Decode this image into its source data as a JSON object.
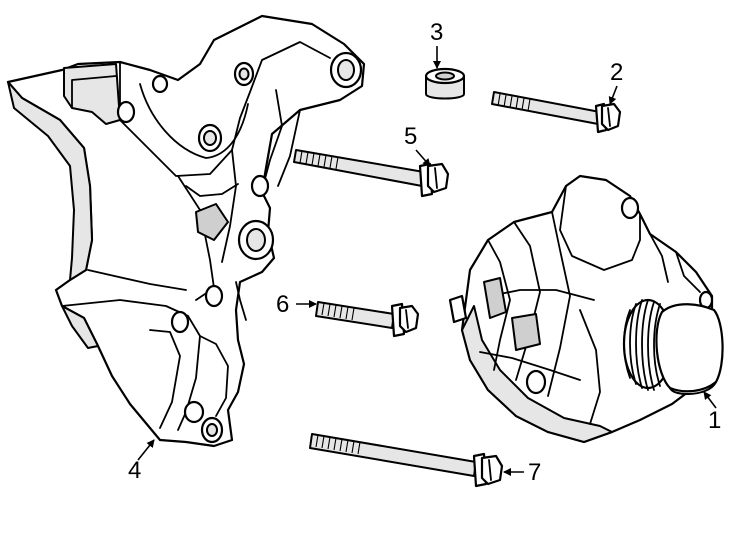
{
  "callouts": {
    "alternator": "1",
    "bolt_upper_right": "2",
    "spacer": "3",
    "bracket": "4",
    "bolt_long_upper": "5",
    "bolt_middle": "6",
    "bolt_long_lower": "7"
  },
  "colors": {
    "line": "#000000",
    "fill": "#ffffff",
    "shade": "#e6e6e6"
  }
}
